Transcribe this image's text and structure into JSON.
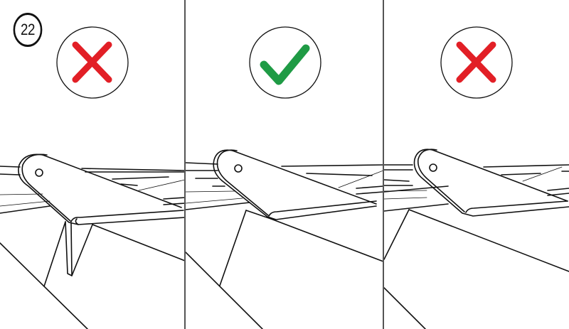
{
  "step": {
    "number": "22"
  },
  "colors": {
    "wrong": "#e21f26",
    "correct": "#1f9b45",
    "line": "#111111",
    "divider": "#555555"
  },
  "panels": [
    {
      "id": "panel-1",
      "verdict": "incorrect",
      "icon": "red-x-icon",
      "description": "Bracket mounted with flange hanging below edge"
    },
    {
      "id": "panel-2",
      "verdict": "correct",
      "icon": "green-check-icon",
      "description": "Bracket seated flush on edge"
    },
    {
      "id": "panel-3",
      "verdict": "incorrect",
      "icon": "red-x-icon",
      "description": "Bracket positioned away from edge"
    }
  ]
}
